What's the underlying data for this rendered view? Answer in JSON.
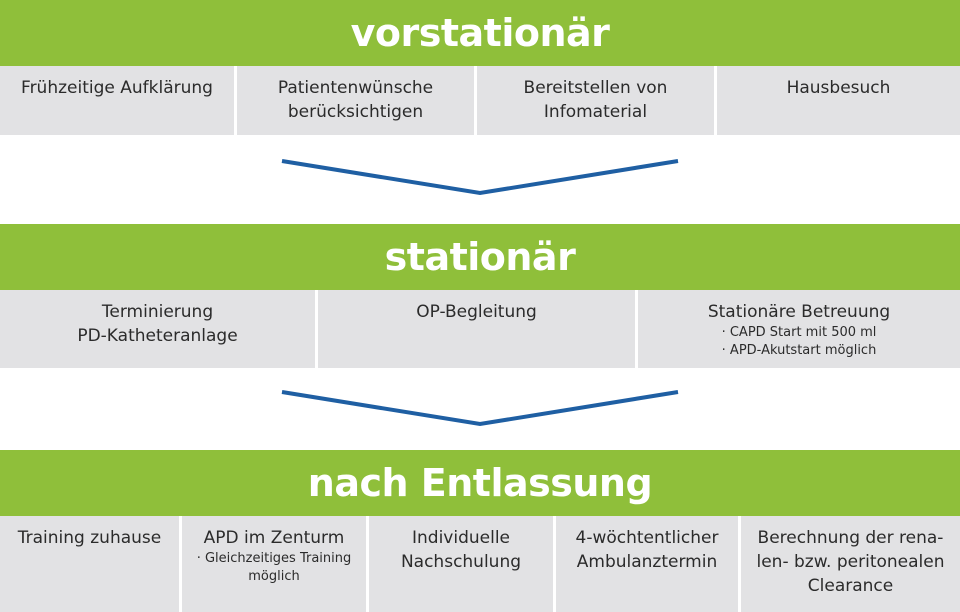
{
  "stages": [
    {
      "title": "vorstationär",
      "items": [
        {
          "title": "Frühzeitige Aufklärung",
          "note": ""
        },
        {
          "title": "Patientenwünsche\nberücksichtigen",
          "note": ""
        },
        {
          "title": "Bereitstellen von\nInfomaterial",
          "note": ""
        },
        {
          "title": "Hausbesuch",
          "note": ""
        }
      ]
    },
    {
      "title": "stationär",
      "items": [
        {
          "title": "Terminierung\nPD-Katheteranlage",
          "note": ""
        },
        {
          "title": "OP-Begleitung",
          "note": ""
        },
        {
          "title": "Stationäre Betreuung",
          "note": "· CAPD Start mit 500 ml\n· APD-Akutstart möglich"
        }
      ]
    },
    {
      "title": "nach Entlassung",
      "items": [
        {
          "title": "Training zuhause",
          "note": ""
        },
        {
          "title": "APD im Zenturm",
          "note": "· Gleichzeitiges Training\nmöglich"
        },
        {
          "title": "Individuelle\nNachschulung",
          "note": ""
        },
        {
          "title": "4-wöchtentlicher\nAmbulanztermin",
          "note": ""
        },
        {
          "title": "Berechnung der rena-\nlen- bzw. peritonealen\nClearance",
          "note": ""
        }
      ]
    }
  ],
  "colors": {
    "band": "#8fbf3a",
    "cell": "#e2e2e4",
    "arrow": "#1f5fa3"
  },
  "icons": {
    "connector": "chevron-down-icon"
  }
}
